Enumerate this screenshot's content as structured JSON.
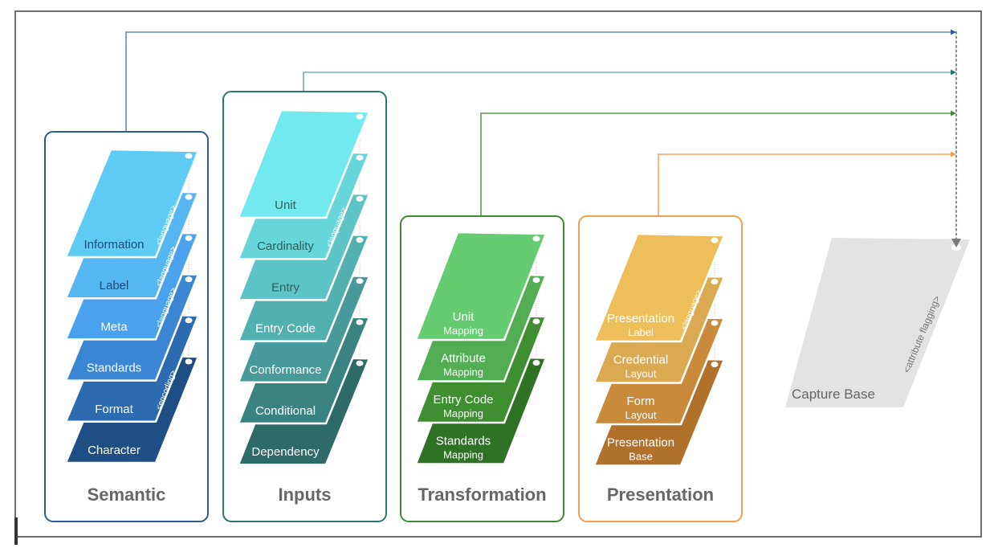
{
  "diagram": {
    "groups": [
      {
        "id": "semantic",
        "title": "Semantic",
        "border_color": "#2e5a8f",
        "connector_color": "#6a89aa",
        "label_color": "#1f4a78",
        "sheets": [
          {
            "label": "Information",
            "sublabel": "",
            "color": "#5ecbf5",
            "tag": "<language>",
            "text_color": "#1f4a78"
          },
          {
            "label": "Label",
            "sublabel": "",
            "color": "#56b6f2",
            "tag": "<language>",
            "text_color": "#1f4a78"
          },
          {
            "label": "Meta",
            "sublabel": "",
            "color": "#4aa1ec",
            "tag": "<language>",
            "text_color": "#ffffff"
          },
          {
            "label": "Standards",
            "sublabel": "",
            "color": "#3a86d2",
            "tag": "",
            "text_color": "#ffffff"
          },
          {
            "label": "Format",
            "sublabel": "",
            "color": "#2d6bb0",
            "tag": "<encoding>",
            "text_color": "#ffffff"
          },
          {
            "label": "Character",
            "sublabel": "",
            "color": "#1f4e85",
            "tag": "",
            "text_color": "#ffffff"
          }
        ]
      },
      {
        "id": "inputs",
        "title": "Inputs",
        "border_color": "#2f7370",
        "connector_color": "#7aaeac",
        "label_color": "#2f5e5c",
        "sheets": [
          {
            "label": "Unit",
            "sublabel": "",
            "color": "#72e8ef",
            "tag": "",
            "text_color": "#2f5e5c"
          },
          {
            "label": "Cardinality",
            "sublabel": "",
            "color": "#66d6da",
            "tag": "<language>",
            "text_color": "#2f5e5c"
          },
          {
            "label": "Entry",
            "sublabel": "",
            "color": "#5cc4c6",
            "tag": "",
            "text_color": "#2f5e5c"
          },
          {
            "label": "Entry Code",
            "sublabel": "",
            "color": "#52b0b0",
            "tag": "",
            "text_color": "#ffffff"
          },
          {
            "label": "Conformance",
            "sublabel": "",
            "color": "#479a99",
            "tag": "",
            "text_color": "#ffffff"
          },
          {
            "label": "Conditional",
            "sublabel": "",
            "color": "#3b8380",
            "tag": "",
            "text_color": "#ffffff"
          },
          {
            "label": "Dependency",
            "sublabel": "",
            "color": "#2e6a66",
            "tag": "",
            "text_color": "#ffffff"
          }
        ]
      },
      {
        "id": "transformation",
        "title": "Transformation",
        "border_color": "#3f8a35",
        "connector_color": "#5a9a4f",
        "label_color": "#ffffff",
        "sheets": [
          {
            "label": "Unit",
            "sublabel": "Mapping",
            "color": "#66cc72",
            "tag": "",
            "text_color": "#ffffff"
          },
          {
            "label": "Attribute",
            "sublabel": "Mapping",
            "color": "#52ad55",
            "tag": "",
            "text_color": "#ffffff"
          },
          {
            "label": "Entry Code",
            "sublabel": "Mapping",
            "color": "#3f8f32",
            "tag": "",
            "text_color": "#ffffff"
          },
          {
            "label": "Standards",
            "sublabel": "Mapping",
            "color": "#2f7225",
            "tag": "",
            "text_color": "#ffffff"
          }
        ]
      },
      {
        "id": "presentation",
        "title": "Presentation",
        "border_color": "#f0a050",
        "connector_color": "#f2a560",
        "label_color": "#ffffff",
        "sheets": [
          {
            "label": "Presentation",
            "sublabel": "Label",
            "color": "#edbf5a",
            "tag": "<language>",
            "text_color": "#ffffff"
          },
          {
            "label": "Credential",
            "sublabel": "Layout",
            "color": "#d9aa52",
            "tag": "",
            "text_color": "#ffffff"
          },
          {
            "label": "Form",
            "sublabel": "Layout",
            "color": "#c98a3c",
            "tag": "",
            "text_color": "#ffffff"
          },
          {
            "label": "Presentation",
            "sublabel": "Base",
            "color": "#b0712a",
            "tag": "",
            "text_color": "#ffffff"
          }
        ]
      }
    ],
    "capture_base": {
      "label": "Capture Base",
      "tag": "<attribute flagging>",
      "color": "#e3e3e3"
    },
    "colors": {
      "frame": "#6e6e6e",
      "dotted_line": "#8a8a8a",
      "arrow_head": "#7a7a7a"
    }
  }
}
